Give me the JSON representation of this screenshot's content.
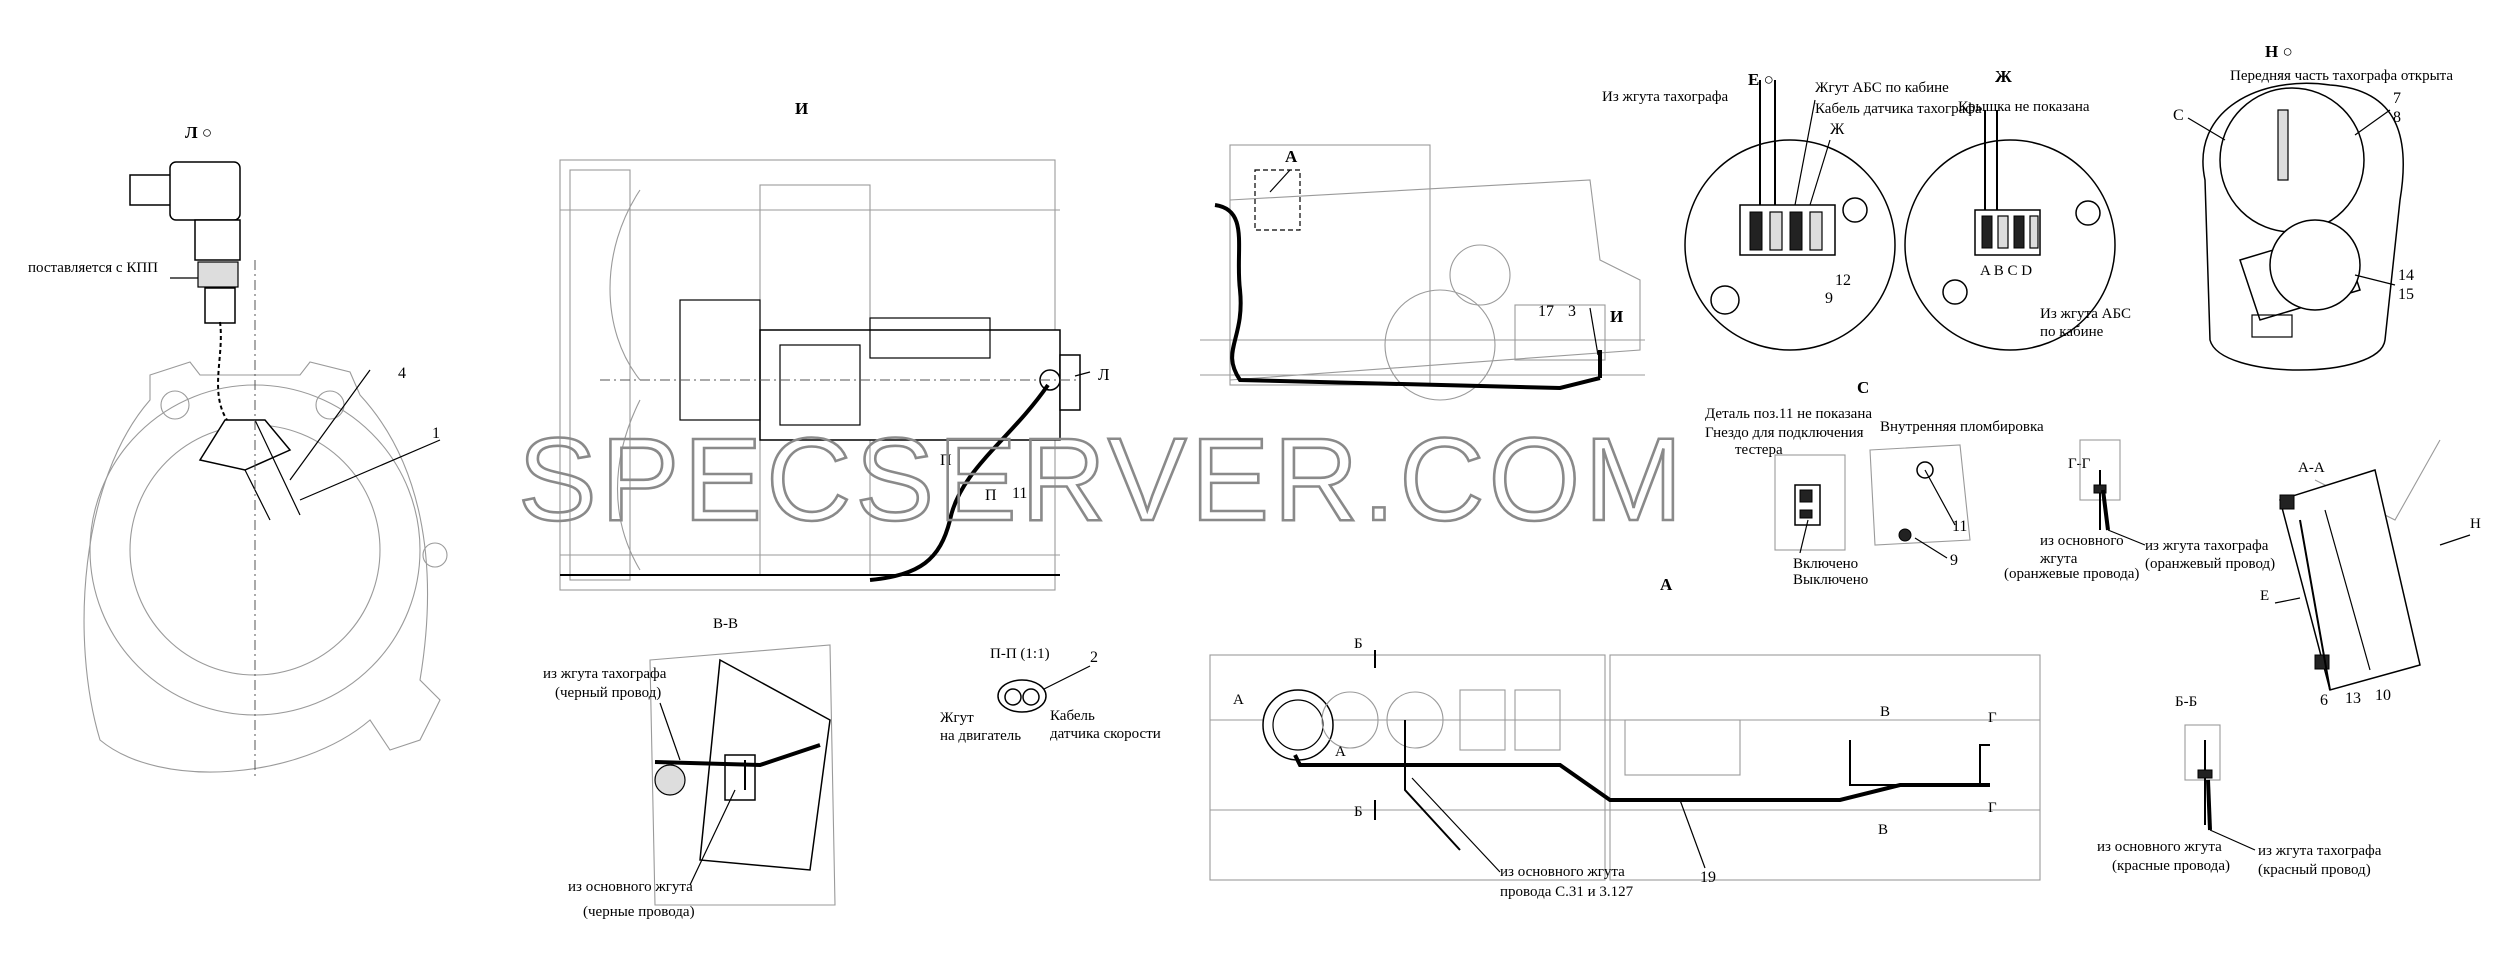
{
  "views": {
    "L": {
      "title": "Л ○",
      "label_kpp": "поставляется с КПП",
      "n4": "4",
      "n1": "1"
    },
    "I": {
      "title": "И",
      "arrow_l": "Л",
      "n11": "11",
      "p_left": "П",
      "p_right": "П"
    },
    "main": {
      "a": "А",
      "n17": "17",
      "n3": "3",
      "i": "И"
    },
    "E": {
      "title": "Е ○",
      "from_tacho": "Из жгута тахографа",
      "abs_harness": "Жгут АБС по кабине",
      "sensor_cable": "Кабель датчика тахографа",
      "zh": "Ж",
      "n12": "12",
      "n9": "9"
    },
    "ZH": {
      "title": "Ж",
      "cover": "Крышка не показана",
      "letters": "A B C D",
      "from_abs1": "Из жгута АБС",
      "from_abs2": "по кабине"
    },
    "H": {
      "title": "Н ○",
      "front_open": "Передняя часть тахографа открыта",
      "c": "С",
      "n7": "7",
      "n8": "8",
      "n14": "14",
      "n15": "15"
    },
    "C": {
      "title": "С",
      "detail": "Деталь поз.11 не показана",
      "socket1": "Гнездо для подключения",
      "socket2": "тестера",
      "seal": "Внутренняя пломбировка",
      "n11": "11",
      "n9": "9",
      "on": "Включено",
      "off": "Выключено"
    },
    "A_label": "А",
    "GG": {
      "title": "Г-Г",
      "main1": "из основного",
      "main2": "жгута",
      "main3": "(оранжевые провода)",
      "tacho1": "из жгута тахографа",
      "tacho2": "(оранжевый провод)"
    },
    "AA": {
      "title": "А-А",
      "h": "Н",
      "e": "Е",
      "n6": "6",
      "n13": "13",
      "n10": "10"
    },
    "BB2": {
      "title": "В-В",
      "tacho1": "из жгута тахографа",
      "tacho2": "(черный провод)",
      "main1": "из основного жгута",
      "main2": "(черные провода)"
    },
    "PP": {
      "title": "П-П (1:1)",
      "n2": "2",
      "harness1": "Жгут",
      "harness2": "на двигатель",
      "cable1": "Кабель",
      "cable2": "датчика скорости"
    },
    "dash": {
      "b1": "Б",
      "b2": "Б",
      "a1": "А",
      "a2": "А",
      "v1": "В",
      "v2": "В",
      "g1": "Г",
      "g2": "Г",
      "main1": "из основного жгута",
      "main2": "провода С.31 и 3.127",
      "n19": "19"
    },
    "BB": {
      "title": "Б-Б",
      "main1": "из основного жгута",
      "main2": "(красные провода)",
      "tacho1": "из жгута тахографа",
      "tacho2": "(красный провод)"
    },
    "watermark": "SPECSERVER.COM"
  }
}
